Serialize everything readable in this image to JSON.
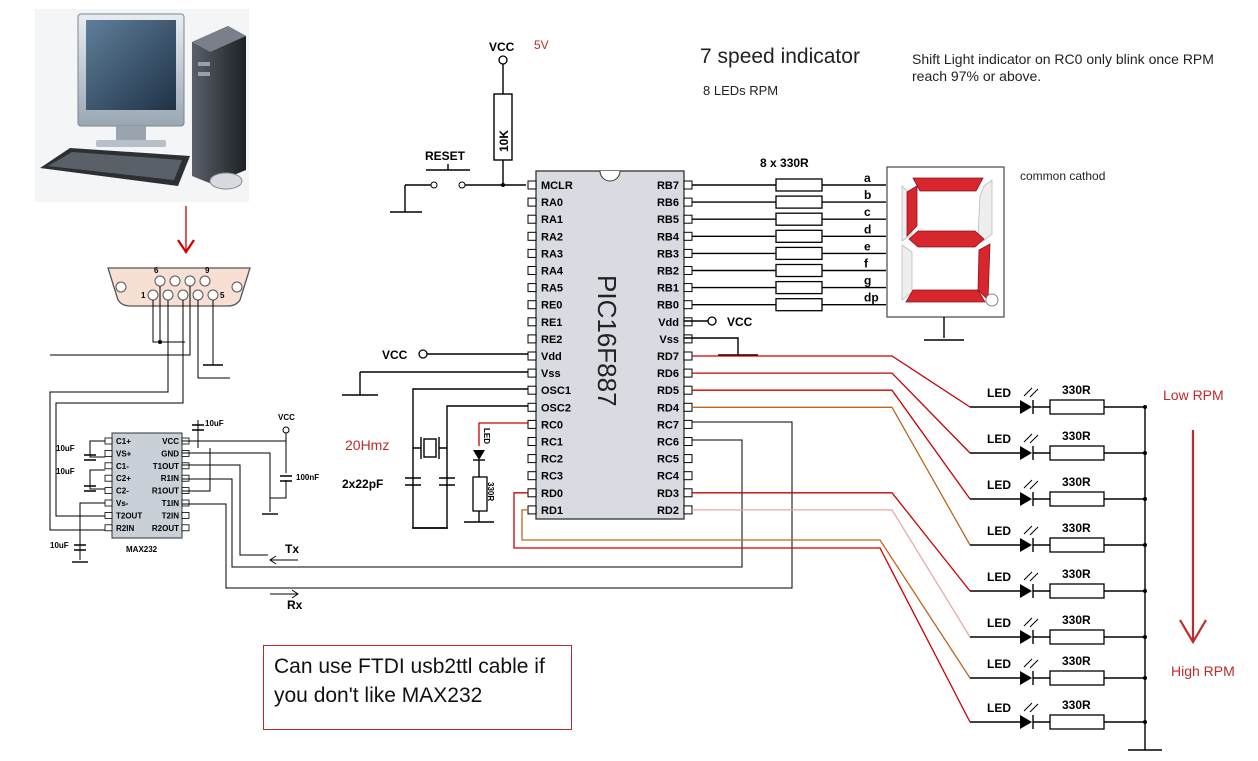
{
  "title": "7 speed indicator",
  "subtitle": "8 LEDs RPM",
  "shift_note": "Shift Light indicator on RC0 only blink once RPM reach 97% or above.",
  "display_note": "common cathod",
  "low_rpm": "Low RPM",
  "high_rpm": "High RPM",
  "crystal_freq": "20Hmz",
  "crystal_caps": "2x22pF",
  "vcc_5v": "5V",
  "vcc": "VCC",
  "reset": "RESET",
  "pullup": "10K",
  "segment_resistors": "8 x 330R",
  "chip_name": "PIC16F887",
  "max232_name": "MAX232",
  "tx": "Tx",
  "rx": "Rx",
  "cap_10uf": "10uF",
  "cap_100nf": "100nF",
  "led_label": "LED",
  "r330": "330R",
  "ftdi_note": [
    "Can use FTDI usb2ttl cable if",
    "you don't like MAX232"
  ],
  "db9_pins": {
    "p6": "6",
    "p9": "9",
    "p1": "1",
    "p5": "5"
  },
  "pic_left_pins": [
    "MCLR",
    "RA0",
    "RA1",
    "RA2",
    "RA3",
    "RA4",
    "RA5",
    "RE0",
    "RE1",
    "RE2",
    "Vdd",
    "Vss",
    "OSC1",
    "OSC2",
    "RC0",
    "RC1",
    "RC2",
    "RC3",
    "RD0",
    "RD1"
  ],
  "pic_right_pins": [
    "RB7",
    "RB6",
    "RB5",
    "RB4",
    "RB3",
    "RB2",
    "RB1",
    "RB0",
    "Vdd",
    "Vss",
    "RD7",
    "RD6",
    "RD5",
    "RD4",
    "RC7",
    "RC6",
    "RC5",
    "RC4",
    "RD3",
    "RD2"
  ],
  "segments": [
    "a",
    "b",
    "c",
    "d",
    "e",
    "f",
    "g",
    "dp"
  ],
  "max232_left_pins": [
    "C1+",
    "VS+",
    "C1-",
    "C2+",
    "C2-",
    "Vs-",
    "T2OUT",
    "R2IN"
  ],
  "max232_right_pins": [
    "VCC",
    "GND",
    "T1OUT",
    "R1IN",
    "R1OUT",
    "T1IN",
    "T2IN",
    "R2OUT"
  ],
  "colors": {
    "annotation_red": "#c02a2a",
    "wire_red": "#cc0000",
    "wire_orange": "#c0661c",
    "wire_pink": "#e8a8a8",
    "segment_red": "#d8262f"
  }
}
